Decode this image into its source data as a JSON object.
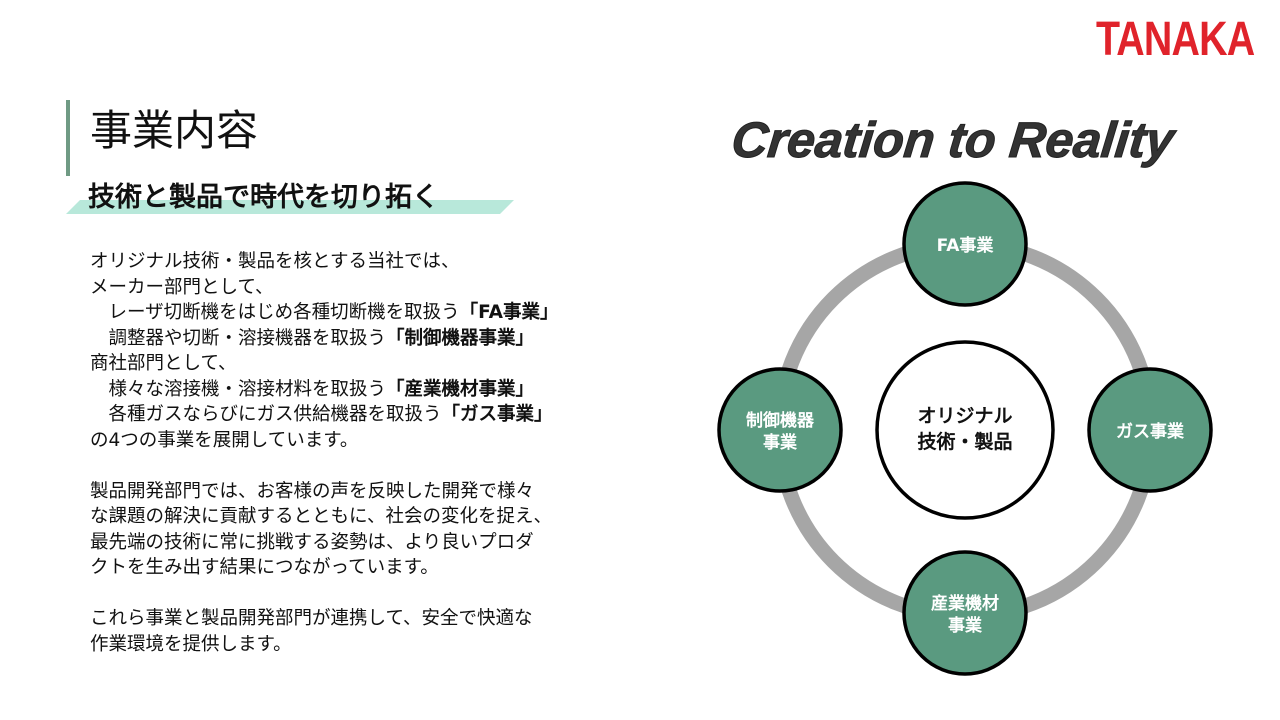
{
  "logo": "TANAKA",
  "title": "事業内容",
  "subtitle": "技術と製品で時代を切り拓く",
  "body": {
    "intro": [
      {
        "text": "オリジナル技術・製品を核とする当社では、",
        "bold": ""
      },
      {
        "text": "メーカー部門として、",
        "bold": ""
      },
      {
        "text": "　レーザ切断機をはじめ各種切断機を取扱う",
        "bold": "「FA事業」"
      },
      {
        "text": "　調整器や切断・溶接機器を取扱う",
        "bold": "「制御機器事業」"
      },
      {
        "text": "商社部門として、",
        "bold": ""
      },
      {
        "text": "　様々な溶接機・溶接材料を取扱う",
        "bold": "「産業機材事業」"
      },
      {
        "text": "　各種ガスならびにガス供給機器を取扱う",
        "bold": "「ガス事業」"
      },
      {
        "text": "の4つの事業を展開しています。",
        "bold": ""
      }
    ],
    "para2": [
      "製品開発部門では、お客様の声を反映した開発で様々",
      "な課題の解決に貢献するとともに、社会の変化を捉え、",
      "最先端の技術に常に挑戦する姿勢は、より良いプロダ",
      "クトを生み出す結果につながっています。"
    ],
    "para3": [
      "これら事業と製品開発部門が連携して、安全で快適な",
      "作業環境を提供します。"
    ]
  },
  "slogan": "Creation to Reality",
  "diagram": {
    "center": [
      "オリジナル",
      "技術・製品"
    ],
    "nodes": {
      "top": [
        "FA事業"
      ],
      "left": [
        "制御機器",
        "事業"
      ],
      "right": [
        "ガス事業"
      ],
      "bottom": [
        "産業機材",
        "事業"
      ]
    },
    "colors": {
      "node": "#5a9a80",
      "ring": "#a6a6a6"
    }
  }
}
